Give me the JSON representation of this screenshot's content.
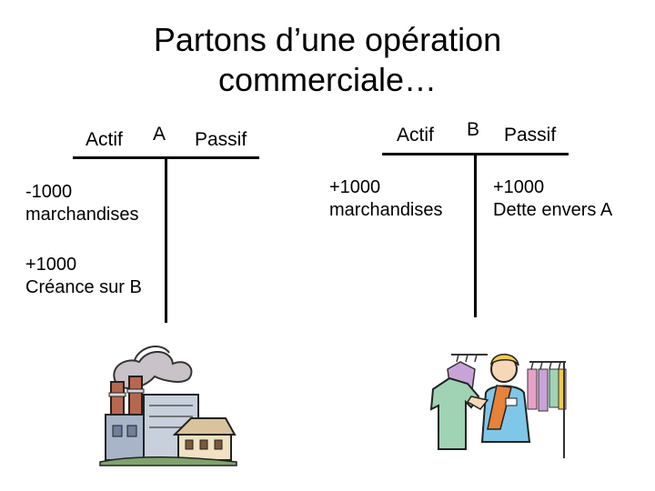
{
  "title": {
    "line1": "Partons d’une opération",
    "line2": "commerciale…"
  },
  "accounts": [
    {
      "name": "A",
      "left_header": "Actif",
      "right_header": "Passif",
      "left_entries": [
        {
          "amount": "-1000",
          "label": "marchandises"
        },
        {
          "amount": "+1000",
          "label": "Créance sur B"
        }
      ],
      "right_entries": []
    },
    {
      "name": "B",
      "left_header": "Actif",
      "right_header": "Passif",
      "left_entries": [
        {
          "amount": "+1000",
          "label": "marchandises"
        }
      ],
      "right_entries": [
        {
          "amount": "+1000",
          "label": "Dette envers A"
        }
      ]
    }
  ],
  "illustrations": [
    {
      "icon": "factory-icon"
    },
    {
      "icon": "clothing-shop-icon"
    }
  ]
}
